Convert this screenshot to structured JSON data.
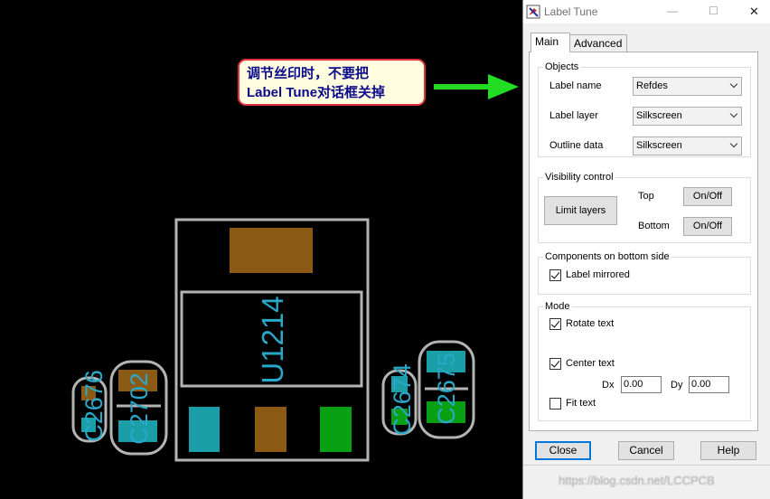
{
  "canvas": {
    "components": {
      "ic_ref": "U1214",
      "cap_left_outer": "C2676",
      "cap_left_inner": "C2702",
      "cap_right_inner": "C2674",
      "cap_right_outer": "C2675"
    },
    "colors": {
      "background": "#000000",
      "outline": "#b4b4b4",
      "silkscreen": "#2aa8c8",
      "pad_orange": "#8b5a14",
      "pad_teal": "#1a9ea8",
      "pad_green": "#0aa014"
    }
  },
  "callout": {
    "line1": "调节丝印时，不要把",
    "line2": "Label Tune对话框关掉",
    "border_color": "#e0303a",
    "text_color": "#0a0a8c"
  },
  "dialog": {
    "title": "Label Tune",
    "titlebar_buttons": {
      "minimize": "—",
      "maximize": "☐",
      "close": "✕"
    },
    "tabs": [
      {
        "label": "Main",
        "active": true
      },
      {
        "label": "Advanced",
        "active": false
      }
    ],
    "objects": {
      "title": "Objects",
      "label_name": {
        "label": "Label name",
        "value": "Refdes"
      },
      "label_layer": {
        "label": "Label layer",
        "value": "Silkscreen"
      },
      "outline_data": {
        "label": "Outline data",
        "value": "Silkscreen"
      }
    },
    "visibility": {
      "title": "Visibility control",
      "limit_layers": "Limit layers",
      "top_label": "Top",
      "top_toggle": "On/Off",
      "bottom_label": "Bottom",
      "bottom_toggle": "On/Off"
    },
    "bottom_side": {
      "title": "Components on bottom side",
      "label_mirrored": {
        "label": "Label mirrored",
        "checked": true
      }
    },
    "mode": {
      "title": "Mode",
      "rotate_text": {
        "label": "Rotate text",
        "checked": true
      },
      "center_text": {
        "label": "Center text",
        "checked": true
      },
      "dx_label": "Dx",
      "dx_value": "0.00",
      "dy_label": "Dy",
      "dy_value": "0.00",
      "fit_text": {
        "label": "Fit text",
        "checked": false
      }
    },
    "footer": {
      "close": "Close",
      "cancel": "Cancel",
      "help": "Help"
    }
  },
  "watermark": "https://blog.csdn.net/LCCPCB"
}
